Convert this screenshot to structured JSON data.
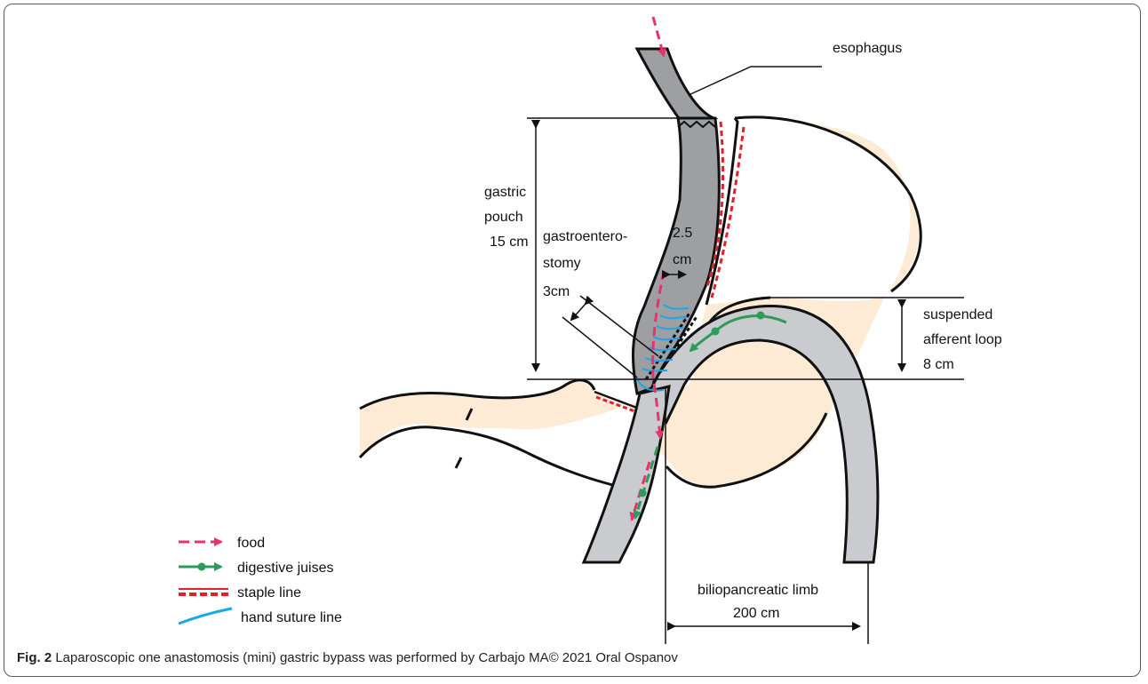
{
  "labels": {
    "esophagus": "esophagus",
    "pouch_l1": "gastric",
    "pouch_l2": "pouch",
    "pouch_l3": "15 cm",
    "ge_l1": "gastroentero-",
    "ge_l2": "stomy",
    "ge_l3": "3cm",
    "width_l1": "2.5",
    "width_l2": "cm",
    "loop_l1": "suspended",
    "loop_l2": "afferent loop",
    "loop_l3": "8 cm",
    "limb_l1": "biliopancreatic limb",
    "limb_l2": "200 cm"
  },
  "legend": [
    {
      "icon": "food-arrow-icon",
      "label": "food",
      "color": "#e8326e"
    },
    {
      "icon": "digestive-juice-arrow-icon",
      "label": "digestive juises",
      "color": "#2e9a5c"
    },
    {
      "icon": "staple-line-icon",
      "label": "staple line",
      "color": "#e0202a"
    },
    {
      "icon": "hand-suture-line-icon",
      "label": "hand suture line",
      "color": "#1aa7e8"
    }
  ],
  "caption": {
    "fig": "Fig. 2",
    "text": " Laparoscopic one anastomosis (mini) gastric bypass was performed by Carbajo MA© 2021 Oral Ospanov"
  },
  "colors": {
    "stomach_fill": "#fdebd6",
    "limb_fill": "#c9cbce",
    "pouch_fill": "#9d9fa3",
    "food": "#e8326e",
    "juice": "#2e9a5c",
    "staple": "#e0202a",
    "suture": "#1aa7e8"
  }
}
